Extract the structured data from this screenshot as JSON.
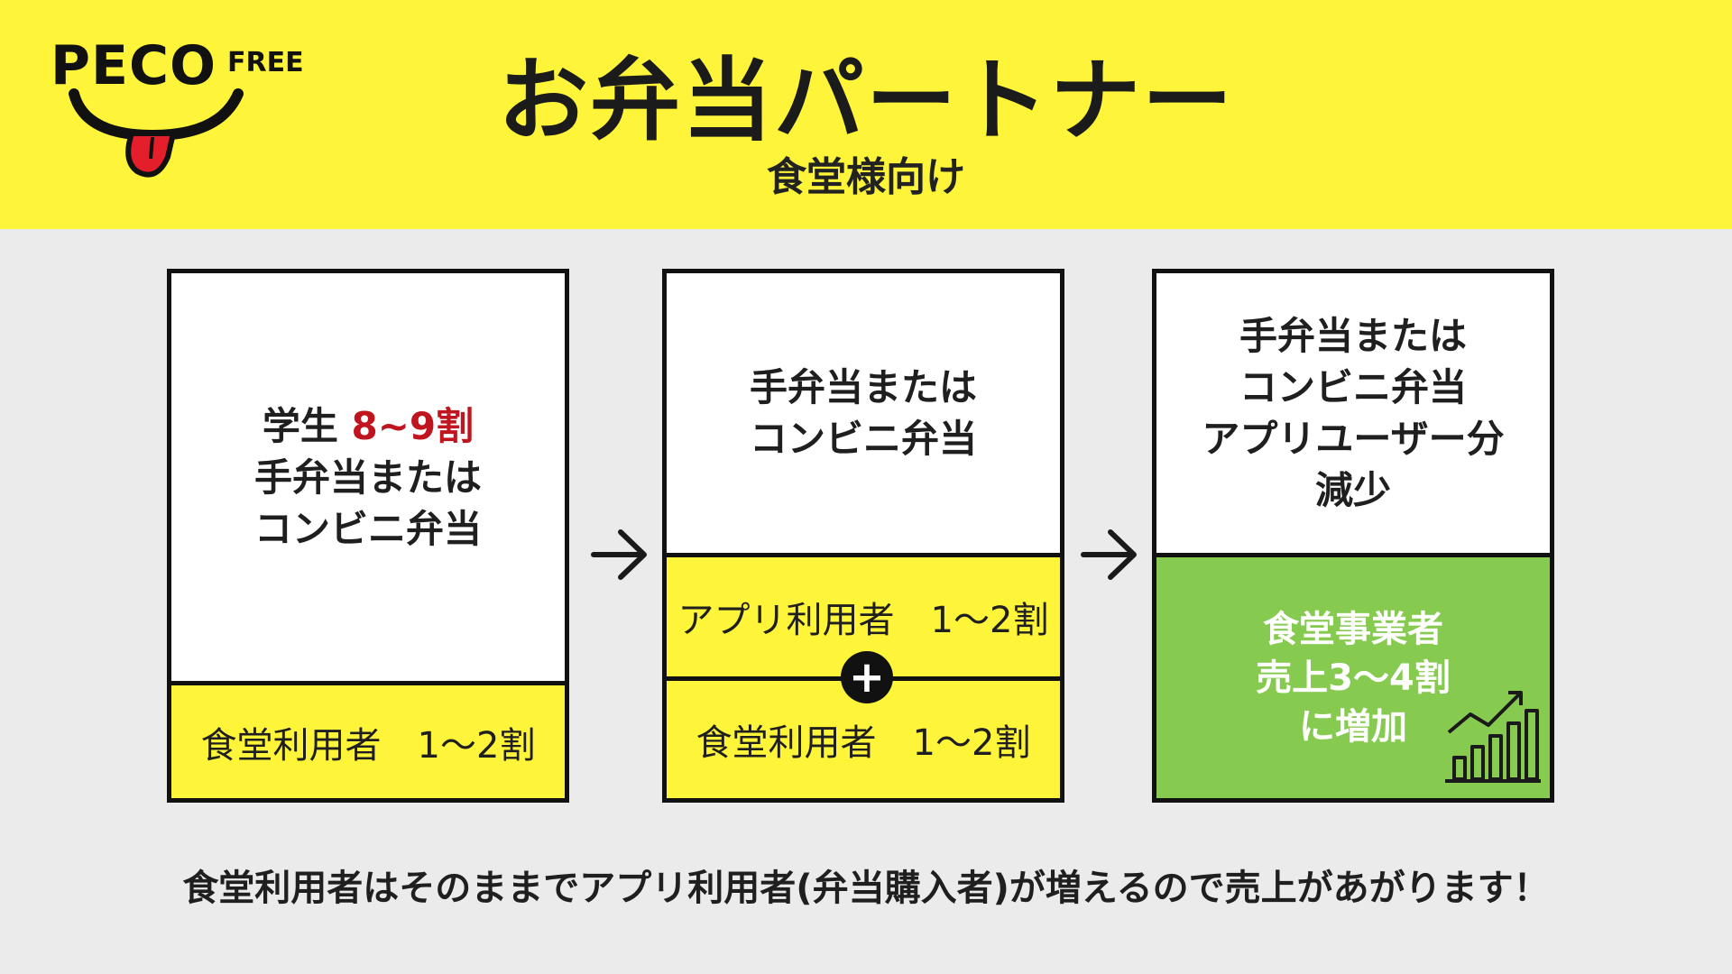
{
  "logo": {
    "main": "PECO",
    "sub": "FREE"
  },
  "header": {
    "title": "お弁当パートナー",
    "subtitle": "食堂様向け"
  },
  "panels": [
    {
      "top": {
        "prefix": "学生 ",
        "highlight": "8~9割",
        "line2": "手弁当または",
        "line3": "コンビニ弁当"
      },
      "band": "食堂利用者　1～2割"
    },
    {
      "top": {
        "line1": "手弁当または",
        "line2": "コンビニ弁当"
      },
      "band1": "アプリ利用者　1～2割",
      "band2": "食堂利用者　1～2割"
    },
    {
      "top": {
        "line1": "手弁当または",
        "line2": "コンビニ弁当",
        "line3": "アプリユーザー分",
        "line4": "減少"
      },
      "band": {
        "line1": "食堂事業者",
        "line2": "売上3～4割",
        "line3": "に増加"
      }
    }
  ],
  "footer": "食堂利用者はそのままでアプリ利用者(弁当購入者)が増えるので売上があがります！",
  "icons": {
    "arrow": "arrow-right-icon",
    "plus": "plus-icon",
    "growth": "bar-chart-growth-icon"
  },
  "colors": {
    "yellow": "#fef53a",
    "green": "#86cb50",
    "red": "#c0141e",
    "background": "#ebebeb"
  }
}
